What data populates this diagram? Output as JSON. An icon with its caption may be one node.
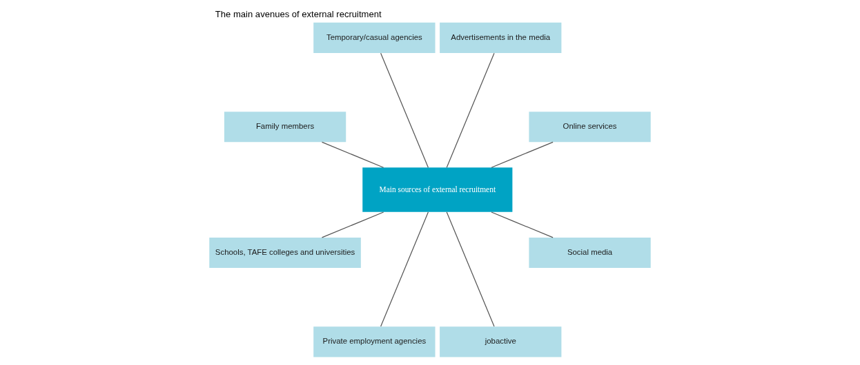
{
  "diagram": {
    "title": "The main avenues of external recruitment",
    "nodes": [
      {
        "text": [
          "Online services"
        ]
      },
      {
        "text": [
          "Advertisements in the media"
        ]
      },
      {
        "text": [
          "Temporary/casual agencies"
        ]
      },
      {
        "text": [
          "Family members"
        ]
      },
      {
        "text": [
          "Main sources of external recruitment"
        ]
      },
      {
        "text": [
          "Schools, TAFE colleges and universities"
        ]
      },
      {
        "text": [
          "Private employment agencies"
        ]
      },
      {
        "text": [
          "jobactive"
        ]
      },
      {
        "text": [
          "Social media"
        ]
      }
    ],
    "edges": [
      {
        "from": 4,
        "to": 0,
        "arrow": "none"
      },
      {
        "from": 4,
        "to": 2,
        "arrow": "none"
      },
      {
        "from": 4,
        "to": 5,
        "arrow": "none"
      },
      {
        "from": 4,
        "to": 7,
        "arrow": "none"
      },
      {
        "from": 4,
        "to": 8,
        "arrow": "none"
      },
      {
        "from": 4,
        "to": 6,
        "arrow": "none"
      },
      {
        "from": 4,
        "to": 3,
        "arrow": "none"
      },
      {
        "from": 4,
        "to": 1,
        "arrow": "none"
      }
    ]
  }
}
